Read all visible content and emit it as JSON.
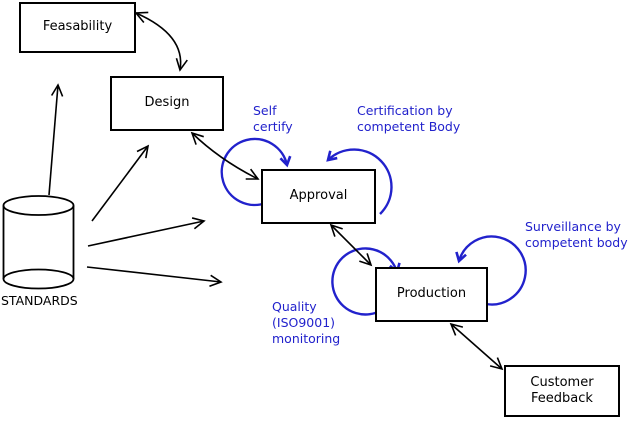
{
  "title": "Product lifecycle standards conformity diagram",
  "colors": {
    "annotation_blue": "#2222CC",
    "line_black": "#000000",
    "background": "#FFFFFF"
  },
  "nodes": {
    "feasability": {
      "label": "Feasability"
    },
    "design": {
      "label": "Design"
    },
    "approval": {
      "label": "Approval"
    },
    "production": {
      "label": "Production"
    },
    "customer_feedback": {
      "line1": "Customer",
      "line2": "Feedback"
    }
  },
  "datastore": {
    "label": "STANDARDS",
    "shape": "cylinder"
  },
  "annotations": {
    "self_certify": {
      "line1": "Self",
      "line2": "certify"
    },
    "certification": {
      "line1": "Certification by",
      "line2": "competent Body"
    },
    "surveillance": {
      "line1": "Surveillance by",
      "line2": "competent body"
    },
    "quality": {
      "line1": "Quality",
      "line2": "(ISO9001)",
      "line3": "monitoring"
    }
  }
}
